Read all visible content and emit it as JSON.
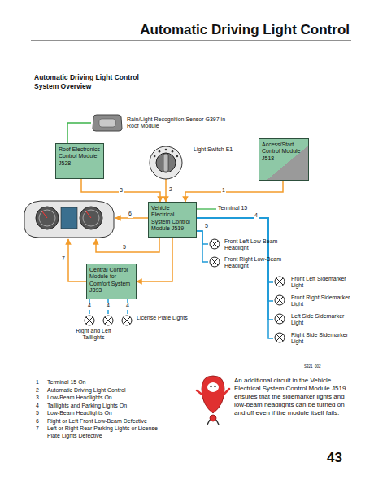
{
  "diagram": {
    "title": "Automatic Driving Light Control",
    "nodes": [
      {
        "text": [
          "Rain/Light Recognition Sensor G397 in Roof Module"
        ]
      },
      {
        "text": [
          "Roof Electronics Control Module J528"
        ]
      },
      {
        "text": [
          "Light Switch E1"
        ]
      },
      {
        "text": [
          "Access/Start Control Module J518"
        ]
      },
      {
        "text": [
          "Vehicle Electrical System Control Module J519"
        ]
      },
      {
        "text": [
          "Front Left Low-Beam Headlight"
        ]
      },
      {
        "text": [
          "Front Right Low-Beam Headlight"
        ]
      },
      {
        "text": [
          "Front Left Sidemarker Light"
        ]
      },
      {
        "text": [
          "Front Right Sidemarker Light"
        ]
      },
      {
        "text": [
          "Left Side Sidemarker Light"
        ]
      },
      {
        "text": [
          "Right Side Sidemarker Light"
        ]
      },
      {
        "text": [
          "Central Control Module for Comfort System J393"
        ]
      },
      {
        "text": [
          "Right and Left Taillights"
        ]
      },
      {
        "text": [
          "License Plate Lights"
        ]
      }
    ],
    "edges": [
      {
        "from": 0,
        "to": 1,
        "arrow": "none"
      },
      {
        "from": 1,
        "to": 4,
        "label": "3",
        "arrow": "to"
      },
      {
        "from": 2,
        "to": 4,
        "label": "2",
        "arrow": "to"
      },
      {
        "from": 3,
        "to": 4,
        "label": "1",
        "arrow": "to"
      },
      {
        "from": 4,
        "to": 5,
        "label": "5",
        "arrow": "none"
      },
      {
        "from": 4,
        "to": 6,
        "arrow": "none"
      },
      {
        "from": 4,
        "to": 7,
        "label": "4",
        "arrow": "none"
      },
      {
        "from": 4,
        "to": 8,
        "arrow": "none"
      },
      {
        "from": 4,
        "to": 9,
        "arrow": "none"
      },
      {
        "from": 4,
        "to": 10,
        "arrow": "none"
      },
      {
        "from": 4,
        "to": 11,
        "arrow": "to"
      },
      {
        "from": 11,
        "to": 12,
        "label": "4",
        "arrow": "none"
      },
      {
        "from": 11,
        "to": 12,
        "label": "4",
        "arrow": "none"
      },
      {
        "from": 11,
        "to": 13,
        "label": "4",
        "arrow": "none"
      }
    ],
    "labels": [
      "Automatic Driving Light Control System Overview",
      "Terminal 15",
      "6",
      "5",
      "7",
      "S321_002",
      "1",
      "Terminal 15 On",
      "2",
      "Automatic Driving Light Control",
      "3",
      "Low-Beam Headlights On",
      "4",
      "Taillights and Parking Lights On",
      "5",
      "Low-Beam Headlights On",
      "6",
      "Right or Left Front Low-Beam Defective",
      "7",
      "Left or Right Rear Parking Lights or License Plate Lights Defective",
      "An additional circuit in the Vehicle Electrical System Control Module J519 ensures that the sidemarker lights and low-beam headlights can be turned on and off even if the module itself fails.",
      "43"
    ]
  }
}
